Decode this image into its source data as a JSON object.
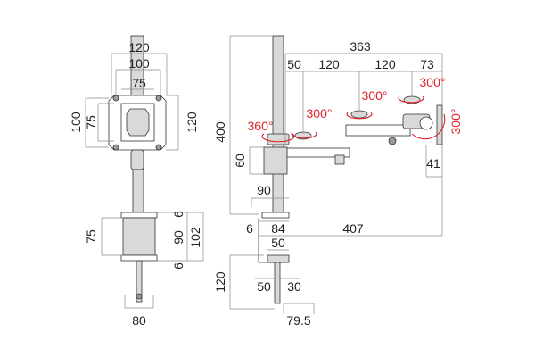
{
  "colors": {
    "rotation_accent": "#e0202a",
    "dimension_text": "#222222",
    "dimension_line": "#8a8a8a",
    "part_fill": "#d9d9d9"
  },
  "front_view": {
    "vesa_outer_width": "120",
    "vesa_inner_width": "100",
    "vesa_small_width": "75",
    "plate_height_outer": "100",
    "plate_height_inner": "75",
    "plate_height_right": "120",
    "clamp_block_height_right": "90",
    "clamp_total_height": "102",
    "clamp_top_offset": "6",
    "clamp_bottom_offset": "6",
    "clamp_left_height": "75",
    "bolt_width": "80"
  },
  "side_view": {
    "total_reach": "363",
    "pole_height": "400",
    "segment_1": "50",
    "segment_2": "120",
    "segment_3": "120",
    "segment_4": "73",
    "plate_depth": "41",
    "arm_height": "60",
    "base_width": "90",
    "clamp_width": "84",
    "clamp_offset": "6",
    "desk_depth": "407",
    "clamp_inner": "50",
    "clamp_lower": "50",
    "clamp_gap": "30",
    "clamp_height": "120",
    "clamp_foot": "79.5",
    "rotation_360": "360°",
    "rotation_a": "300°",
    "rotation_b": "300°",
    "rotation_c": "300°",
    "rotation_tilt": "300°"
  }
}
